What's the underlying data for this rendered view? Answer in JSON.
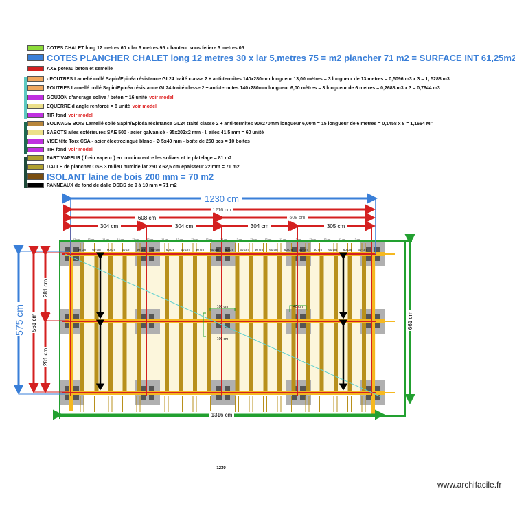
{
  "legend": [
    {
      "color": "#8ddc3a",
      "text": "COTES CHALET long 12 metres 60  x lar 6 metres 95 x hauteur sous fetiere   3 metres 05"
    },
    {
      "color": "#3a7fd8",
      "text": "COTES PLANCHER  CHALET  long  12 metres 30 x  lar  5,metres 75    =  m2 plancher 71 m2   = SURFACE INT 61,25m2",
      "big": true
    },
    {
      "color": "#d42020",
      "text": "AXE  poteau beton  et semelle"
    },
    {
      "color": "#f0a860",
      "text": "POUTRES Lamellé collé Sapin/Epicéa résistance GL24 traité classe 2 + anti-termites 140x280mm longueur 13,00 mètres  =  3  longueur de 13 metres  = 0,5096 m3 x 3 = 1, 5288 m3",
      "prefix": "-"
    },
    {
      "color": "#f0a860",
      "text": "POUTRES Lamellé collé Sapin/Epicéa résistance GL24 traité classe 2 + anti-termites 140x280mm longueur  6,00 mètres  =  3  longueur de  6 metres  = 0,2688  m3  x 3 =  0,7644 m3"
    },
    {
      "color": "#c030e0",
      "text": "GOUJON  d'ancrage    solive / beton    = 16 unité",
      "link": "voir model"
    },
    {
      "color": "#ece08a",
      "text": "EQUERRE  d angle  renforcé   =  8 unité",
      "link": "voir model"
    },
    {
      "color": "#c030e0",
      "text": "TIR fond ",
      "link": "voir model"
    },
    {
      "color": "#b8863c",
      "text": "SOLIVAGE  BOIS Lamellé collé Sapin/Epicéa résistance GL24 traité classe 2 + anti-termites 90x270mm longueur 6,00m  = 15 longueur de 6 metres  = 0,1458 x 8  = 1,1664 M\""
    },
    {
      "color": "#ece08a",
      "text": "SABOTS  ailes extérieures SAE 500 - acier galvanisé - 95x202x2 mm - l. ailes 41,5 mm  =  60  unité"
    },
    {
      "color": "#c030e0",
      "text": "VISE  tête Torx CSA - acier électrozingué blanc - Ø 5x40 mm - boîte de 250 pcs  = 10 boites"
    },
    {
      "color": "#c030e0",
      "text": "TIR fond ",
      "link": "voir model"
    },
    {
      "color": "#b0a030",
      "text": "PART VAPEUR (  frein vapeur  ) en continu entre les solives et le platelage  = 81 m2"
    },
    {
      "color": "#b0a030",
      "text": "DALLE de plancher OSB 3 milieu humide    lar 250 x 62,5 cm epaisseur  22  mm  = 71 m2"
    },
    {
      "color": "#7a4e10",
      "text": "ISOLANT  laine de bois   200 mm  = 70 m2",
      "big": true
    },
    {
      "color": "#000000",
      "text": "PANNEAUX  de fond de dalle  OSBS de 9 à 10 mm  = 71 m2"
    }
  ],
  "dimensions": {
    "total_blue": "1230 cm",
    "total_red": "1216 cm",
    "half_left": "608 cm",
    "half_right": "608 cm",
    "quarters": [
      "304 cm",
      "304 cm",
      "304 cm",
      "305 cm"
    ],
    "height_blue": "575 cm",
    "height_red": "561 cm",
    "half_heights": [
      "281 cm",
      "281 cm"
    ],
    "outer_width": "1316 cm",
    "outer_height": "661 cm",
    "joist_spacing": "60 cm",
    "joist_gap": "12 cm",
    "pier_size": "100 cm",
    "pier_size_small": "40 cm",
    "bottom_label": "1230"
  },
  "colors": {
    "beam": "#f5b820",
    "axis": "#d42020",
    "joist": "#b8901c",
    "outline": "#22a030",
    "cote": "#3a7fd8",
    "pier": "#b0b0b0"
  },
  "watermark": "www.archifacile.fr"
}
